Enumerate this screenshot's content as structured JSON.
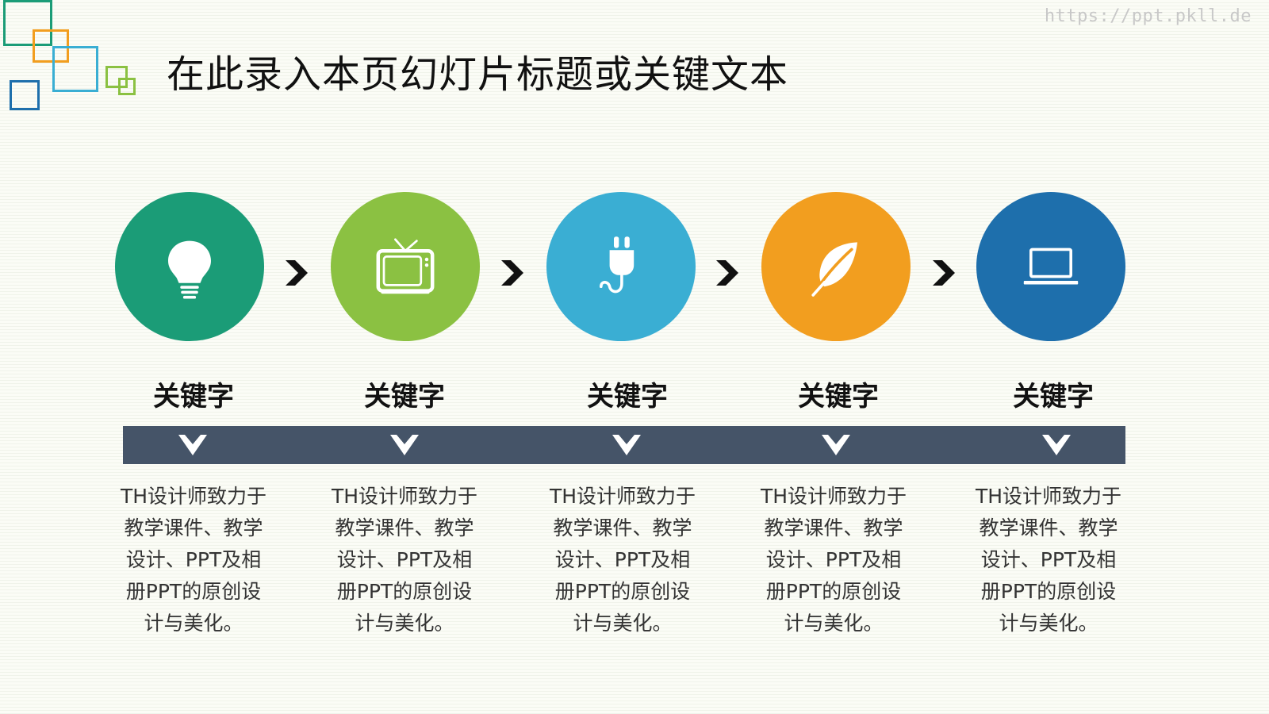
{
  "watermark": "https://ppt.pkll.de",
  "title": "在此录入本页幻灯片标题或关键文本",
  "colors": {
    "green": "#1b9c77",
    "lime": "#8bc142",
    "cyan": "#3aaed3",
    "orange": "#f29e1f",
    "blue": "#1e6fac",
    "band": "#455468"
  },
  "steps": [
    {
      "icon": "lightbulb-icon",
      "keyword": "关键字",
      "lines": [
        "TH设计师致力于",
        "教学课件、教学",
        "设计、PPT及相",
        "册PPT的原创设",
        "计与美化。"
      ]
    },
    {
      "icon": "tv-icon",
      "keyword": "关键字",
      "lines": [
        "TH设计师致力于",
        "教学课件、教学",
        "设计、PPT及相",
        "册PPT的原创设",
        "计与美化。"
      ]
    },
    {
      "icon": "plug-icon",
      "keyword": "关键字",
      "lines": [
        "TH设计师致力于",
        "教学课件、教学",
        "设计、PPT及相",
        "册PPT的原创设",
        "计与美化。"
      ]
    },
    {
      "icon": "leaf-icon",
      "keyword": "关键字",
      "lines": [
        "TH设计师致力于",
        "教学课件、教学",
        "设计、PPT及相",
        "册PPT的原创设",
        "计与美化。"
      ]
    },
    {
      "icon": "laptop-icon",
      "keyword": "关键字",
      "lines": [
        "TH设计师致力于",
        "教学课件、教学",
        "设计、PPT及相",
        "册PPT的原创设",
        "计与美化。"
      ]
    }
  ]
}
